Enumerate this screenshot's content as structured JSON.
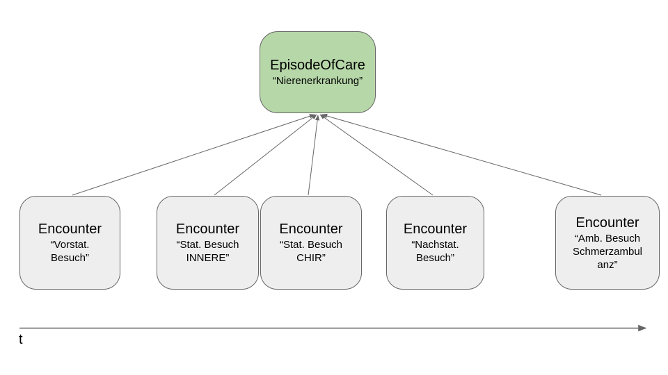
{
  "diagram": {
    "episode_node": {
      "title": "EpisodeOfCare",
      "subtitle": "“Nierenerkrankung”"
    },
    "encounters": [
      {
        "title": "Encounter",
        "subtitle": "“Vorstat.\nBesuch”"
      },
      {
        "title": "Encounter",
        "subtitle": "“Stat. Besuch\nINNERE”"
      },
      {
        "title": "Encounter",
        "subtitle": "“Stat. Besuch\nCHIR”"
      },
      {
        "title": "Encounter",
        "subtitle": "“Nachstat.\nBesuch”"
      },
      {
        "title": "Encounter",
        "subtitle": "“Amb. Besuch\nSchmerzambul\nanz”"
      }
    ],
    "timeline_label": "t",
    "colors": {
      "episode_fill": "#b6d7a8",
      "encounter_fill": "#eeeeee",
      "border": "#666666",
      "connector_line": "#666666",
      "text": "#000000"
    }
  }
}
